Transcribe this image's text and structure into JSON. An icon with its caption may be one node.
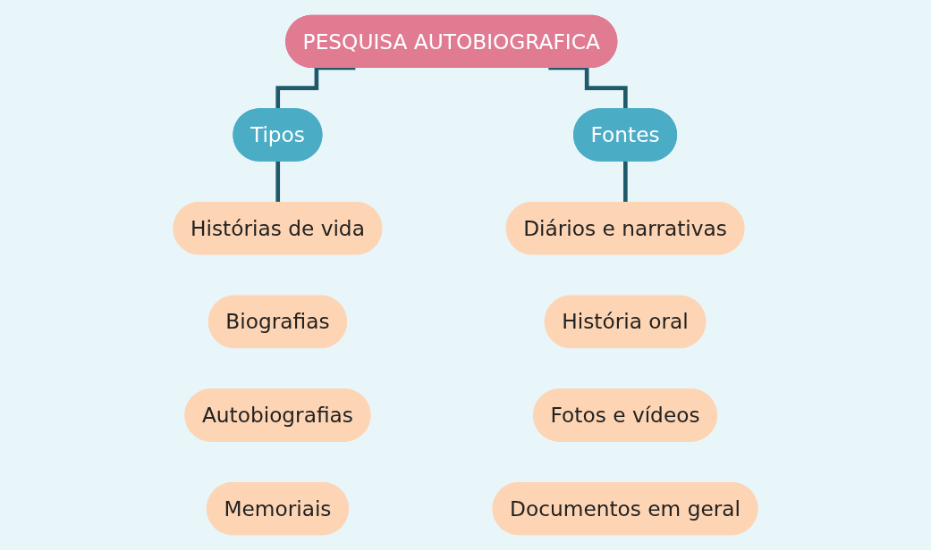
{
  "diagram": {
    "nodes": [
      {
        "text": [
          "PESQUISA AUTOBIOGRAFICA"
        ]
      },
      {
        "text": [
          "Tipos"
        ]
      },
      {
        "text": [
          "Fontes"
        ]
      },
      {
        "text": [
          "Histórias de vida"
        ]
      },
      {
        "text": [
          "Biografias"
        ]
      },
      {
        "text": [
          "Autobiografias"
        ]
      },
      {
        "text": [
          "Memoriais"
        ]
      },
      {
        "text": [
          "Diários e narrativas"
        ]
      },
      {
        "text": [
          "História oral"
        ]
      },
      {
        "text": [
          "Fotos e vídeos"
        ]
      },
      {
        "text": [
          "Documentos em geral"
        ]
      }
    ],
    "edges": [
      {
        "from": 0,
        "to": 1,
        "arrow": "none"
      },
      {
        "from": 0,
        "to": 2,
        "arrow": "none"
      },
      {
        "from": 1,
        "to": 3,
        "arrow": "none"
      },
      {
        "from": 2,
        "to": 7,
        "arrow": "none"
      }
    ]
  }
}
